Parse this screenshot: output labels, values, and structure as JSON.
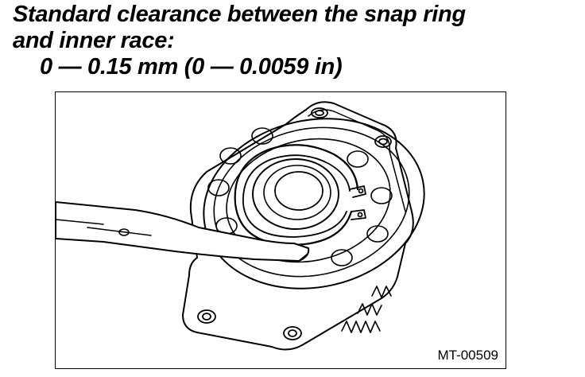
{
  "spec": {
    "line1": "Standard clearance between the snap ring",
    "line2": "and inner race:",
    "value": "0 — 0.15 mm (0 — 0.0059 in)"
  },
  "figure": {
    "code": "MT-00509"
  }
}
